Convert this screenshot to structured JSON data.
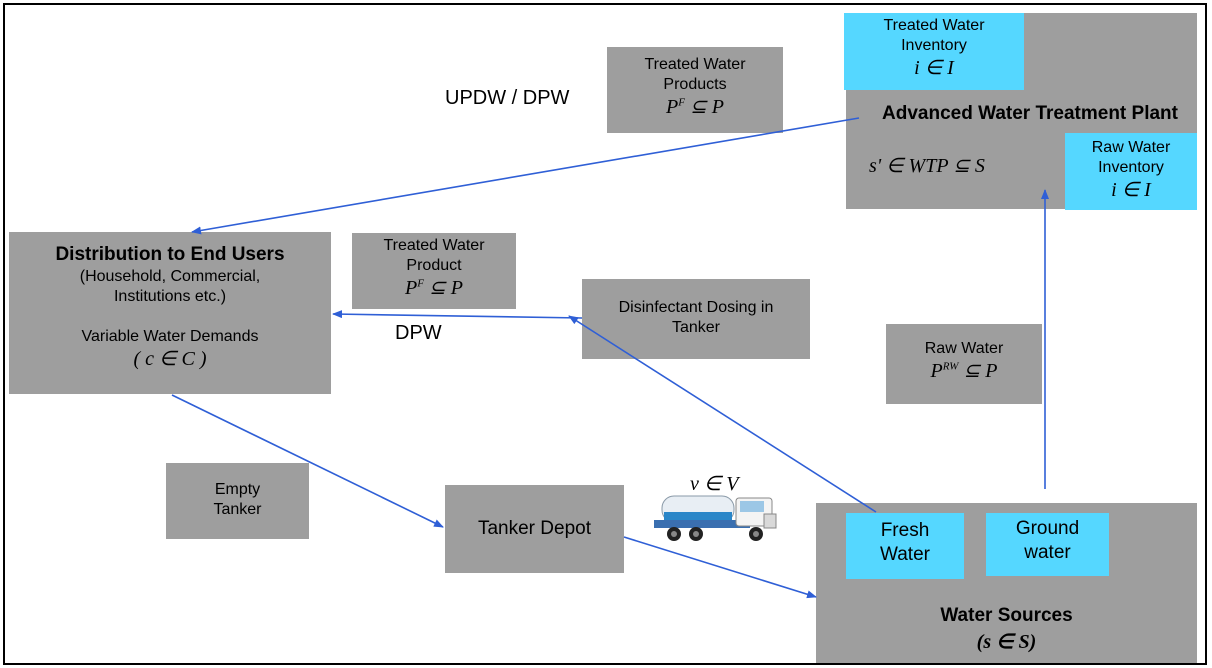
{
  "colors": {
    "box": "#9e9e9e",
    "inventory": "#55d7ff",
    "arrow": "#2f5fd6"
  },
  "awtp": {
    "title": "Advanced Water Treatment Plant",
    "math": "s' ∈ WTP ⊆ S"
  },
  "treated_inventory": {
    "line1": "Treated Water",
    "line2": "Inventory",
    "math": "i ∈ I"
  },
  "raw_inventory": {
    "line1": "Raw Water",
    "line2": "Inventory",
    "math": "i ∈ I"
  },
  "treated_products": {
    "line1": "Treated Water",
    "line2": "Products",
    "math": "P",
    "sup": "F",
    "rel": " ⊆ P"
  },
  "label_updw": "UPDW / DPW",
  "distribution": {
    "title": "Distribution to End Users",
    "sub1": "(Household, Commercial,",
    "sub2": "Institutions etc.)",
    "sub3": "Variable Water Demands",
    "math": "( c ∈ C )"
  },
  "treated_product": {
    "line1": "Treated Water",
    "line2": "Product",
    "math": "P",
    "sup": "F",
    "rel": " ⊆ P"
  },
  "label_dpw": "DPW",
  "dosing": {
    "line1": "Disinfectant Dosing in",
    "line2": "Tanker"
  },
  "raw_water": {
    "line1": "Raw Water",
    "math": "P",
    "sup": "RW",
    "rel": " ⊆ P"
  },
  "empty_tanker": {
    "line1": "Empty",
    "line2": "Tanker"
  },
  "tanker_depot": "Tanker Depot",
  "vehicle_math": "v ∈ V",
  "water_sources": {
    "title": "Water Sources",
    "math": "(s ∈ S)"
  },
  "fresh_water": {
    "line1": "Fresh",
    "line2": "Water"
  },
  "ground_water": {
    "line1": "Ground",
    "line2": "water"
  }
}
